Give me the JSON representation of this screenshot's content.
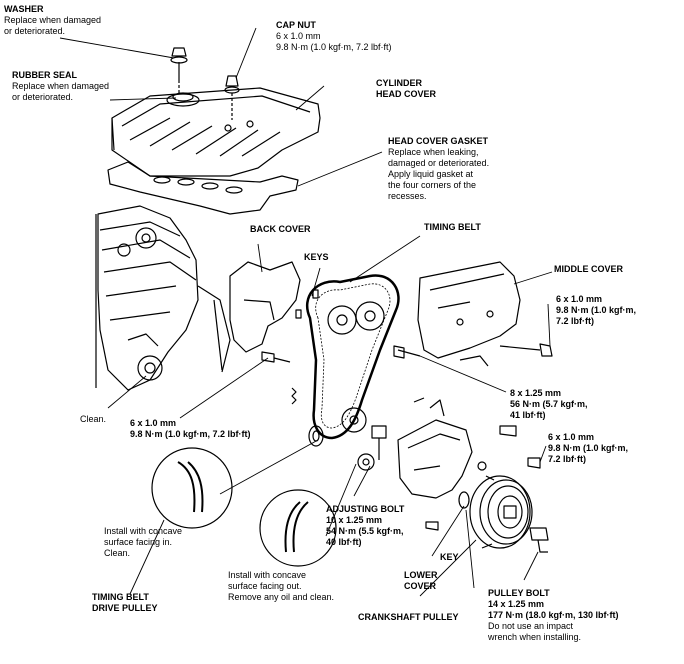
{
  "labels": {
    "washer": {
      "title": "WASHER",
      "lines": [
        "Replace when damaged",
        "or deteriorated."
      ]
    },
    "cap_nut": {
      "title": "CAP NUT",
      "lines": [
        "6 x 1.0 mm",
        "9.8 N·m (1.0 kgf·m, 7.2 lbf·ft)"
      ]
    },
    "rubber_seal": {
      "title": "RUBBER SEAL",
      "lines": [
        "Replace when damaged",
        "or deteriorated."
      ]
    },
    "cylinder_head_cover": {
      "title": "CYLINDER",
      "title2": "HEAD COVER"
    },
    "head_cover_gasket": {
      "title": "HEAD COVER GASKET",
      "lines": [
        "Replace when leaking,",
        "damaged or deteriorated.",
        "Apply liquid gasket at",
        "the four corners of the",
        "recesses."
      ]
    },
    "back_cover": {
      "title": "BACK COVER"
    },
    "timing_belt": {
      "title": "TIMING BELT"
    },
    "keys": {
      "title": "KEYS"
    },
    "middle_cover": {
      "title": "MIDDLE COVER"
    },
    "middle_cover_bolt": {
      "lines": [
        "6 x 1.0 mm",
        "9.8 N·m (1.0 kgf·m,",
        "7.2 lbf·ft)"
      ]
    },
    "bolt_8": {
      "lines": [
        "8 x 1.25 mm",
        "56 N·m (5.7 kgf·m,",
        "41 lbf·ft)"
      ]
    },
    "clean": {
      "text": "Clean."
    },
    "back_cover_bolt": {
      "lines": [
        "6 x 1.0 mm",
        "9.8 N·m (1.0 kgf·m, 7.2 lbf·ft)"
      ]
    },
    "lower_cover_bolt": {
      "lines": [
        "6 x 1.0 mm",
        "9.8 N·m (1.0 kgf·m,",
        "7.2 lbf·ft)"
      ]
    },
    "adjusting_bolt": {
      "title": "ADJUSTING BOLT",
      "lines": [
        "10 x 1.25 mm",
        "54 N·m (5.5 kgf·m,",
        "40 lbf·ft)"
      ]
    },
    "install_concave_in": {
      "lines": [
        "Install with concave",
        "surface facing in.",
        "Clean."
      ]
    },
    "install_concave_out": {
      "lines": [
        "Install with concave",
        "surface facing out.",
        "Remove any oil and clean."
      ]
    },
    "key": {
      "title": "KEY"
    },
    "lower_cover": {
      "title": "LOWER",
      "title2": "COVER"
    },
    "timing_belt_drive_pulley": {
      "title": "TIMING BELT",
      "title2": "DRIVE PULLEY"
    },
    "crankshaft_pulley": {
      "title": "CRANKSHAFT PULLEY"
    },
    "pulley_bolt": {
      "title": "PULLEY BOLT",
      "lines": [
        "14 x 1.25 mm",
        "177 N·m (18.0 kgf·m, 130 lbf·ft)",
        "Do not use an impact",
        "wrench when installing."
      ]
    }
  }
}
